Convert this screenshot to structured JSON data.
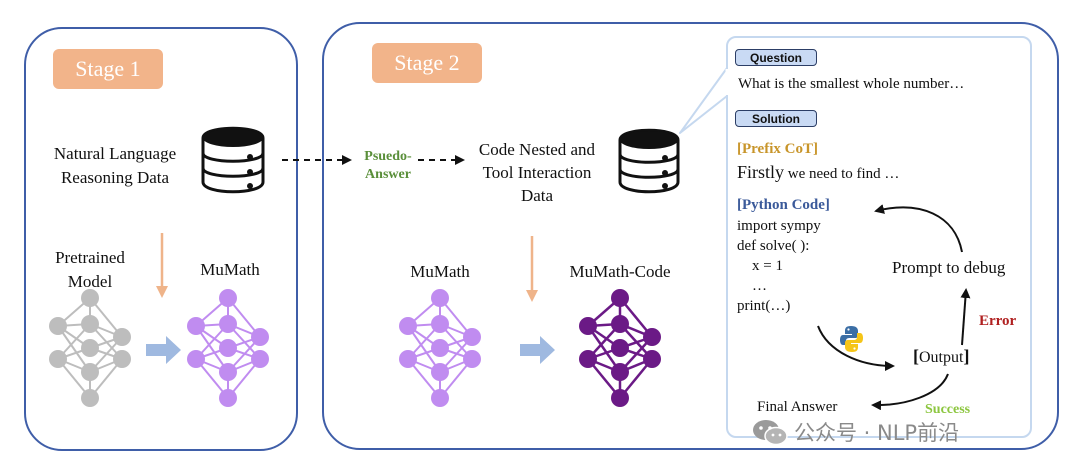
{
  "stage1": {
    "badge": "Stage 1",
    "dataset_label_line1": "Natural Language",
    "dataset_label_line2": "Reasoning Data",
    "pretrained_line1": "Pretrained",
    "pretrained_line2": "Model",
    "output_model": "MuMath"
  },
  "pseudo_answer": {
    "line1": "Psuedo-",
    "line2": "Answer"
  },
  "stage2": {
    "badge": "Stage 2",
    "dataset_line1": "Code Nested and",
    "dataset_line2": "Tool Interaction",
    "dataset_line3": "Data",
    "input_model": "MuMath",
    "output_model": "MuMath-Code"
  },
  "detail": {
    "question_tag": "Question",
    "question_text": "What is the smallest whole number…",
    "solution_tag": "Solution",
    "prefix_cot_label": "[Prefix CoT]",
    "prefix_cot_text_a": "Firstly",
    "prefix_cot_text_b": " we need to find …",
    "python_code_label": "[Python Code]",
    "code_lines": [
      "import sympy",
      "def solve( ):",
      "    x = 1",
      "    …",
      "print(…)"
    ],
    "prompt_debug": "Prompt to debug",
    "error_label": "Error",
    "output_label": "Output",
    "success_label": "Success",
    "final_answer": "Final Answer"
  },
  "watermark": "公众号 · NLP前沿",
  "colors": {
    "panel_border": "#3f5ea8",
    "stage_badge": "#f2b48a",
    "nn_gray": "#bdbdbd",
    "nn_light_purple": "#c08cf0",
    "nn_dark_purple": "#6b1a86",
    "orange_arrow": "#efb48a",
    "blue_arrow": "#9fb9e0",
    "pseudo_answer": "#5a8f3a",
    "prefix_cot": "#c8952a",
    "python_code": "#3b5a9a",
    "error": "#b02020",
    "success": "#8cc63f",
    "tag_fill": "#c9daf4"
  }
}
